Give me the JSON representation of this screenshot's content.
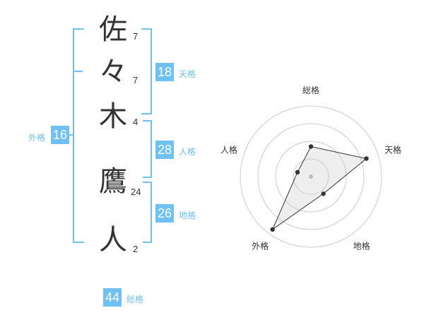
{
  "name": {
    "characters": [
      {
        "char": "佐",
        "strokes": "7"
      },
      {
        "char": "々",
        "strokes": "7"
      },
      {
        "char": "木",
        "strokes": "4"
      },
      {
        "char": "鷹",
        "strokes": "24"
      },
      {
        "char": "人",
        "strokes": "2"
      }
    ]
  },
  "fortune": {
    "tenkaku": {
      "label": "天格",
      "value": "18"
    },
    "jinkaku": {
      "label": "人格",
      "value": "28"
    },
    "chikaku": {
      "label": "地格",
      "value": "26"
    },
    "gaikaku": {
      "label": "外格",
      "value": "16"
    },
    "soukaku": {
      "label": "総格",
      "value": "44"
    }
  },
  "colors": {
    "accent": "#6ec1f2",
    "text": "#333333",
    "grid": "#cccccc"
  },
  "chart_data": {
    "type": "radar",
    "axes": [
      "総格",
      "天格",
      "地格",
      "外格",
      "人格"
    ],
    "rings": 4,
    "range": [
      0,
      4
    ],
    "values": [
      1.7,
      3.3,
      1.2,
      3.7,
      0.8
    ]
  }
}
